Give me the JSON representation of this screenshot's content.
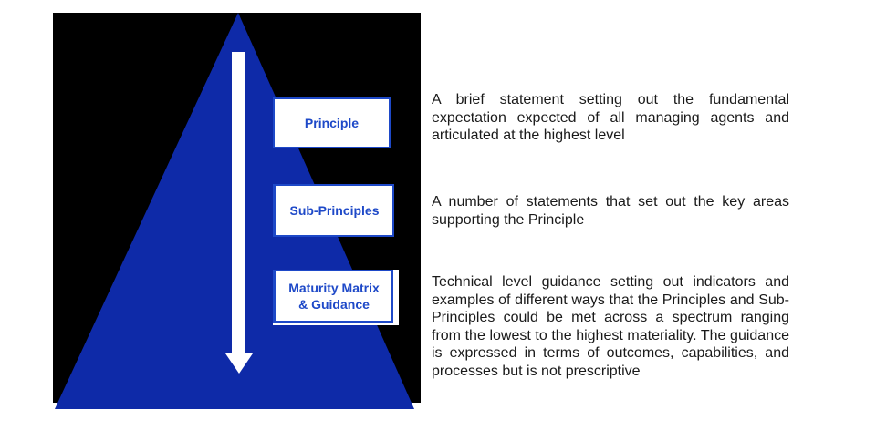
{
  "diagram": {
    "background_color": "#000000",
    "pyramid_color": "#0e2aa8",
    "arrow_color": "#ffffff",
    "label_color": "#1e49c8",
    "body_text_color": "#1a1a1a",
    "levels": [
      {
        "label": "Principle",
        "description": "A brief statement setting out the fundamental expectation expected of all managing agents and articulated at the highest level"
      },
      {
        "label": "Sub-Principles",
        "description": "A number of statements that set out the key areas supporting the Principle"
      },
      {
        "label": "Maturity Matrix\n& Guidance",
        "description": "Technical level guidance setting out indicators and examples of different ways that the Principles and Sub-Principles could be met across a spectrum ranging from the lowest to the highest materiality. The guidance is expressed in terms of outcomes, capabilities, and processes but is not prescriptive"
      }
    ]
  }
}
